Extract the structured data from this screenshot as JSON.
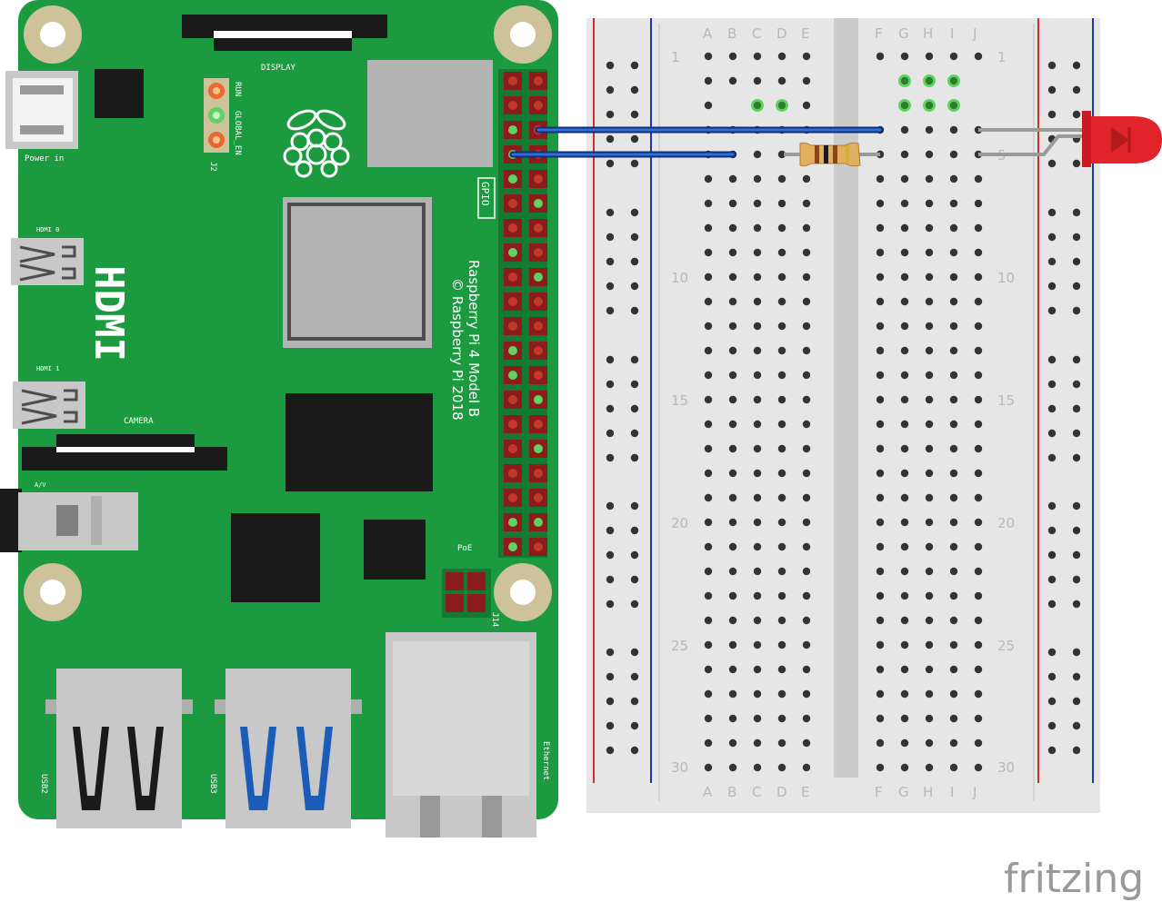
{
  "colors": {
    "pcb": "#1b9a3f",
    "pcb_dark": "#147a31",
    "chip": "#1a1a1a",
    "metal": "#c8c8c8",
    "breadboard": "#e6e6e6",
    "hole": "#333333",
    "hole_active": "#5fd35f",
    "wire": "#1f4fb0",
    "wire_gray": "#999999",
    "led": "#e0242a",
    "rail_red": "#d42a2a",
    "rail_blue": "#1a3aa8",
    "brand": "#999999"
  },
  "pi": {
    "labels": {
      "display": "DISPLAY",
      "power_in": "Power in",
      "hdmi0": "HDMI 0",
      "hdmi1": "HDMI 1",
      "hdmi_big": "HDMI",
      "camera": "CAMERA",
      "av": "A/V",
      "poe": "PoE",
      "j14": "J14",
      "gpio": "GPIO",
      "run": "RUN",
      "global_en": "GLOBAL_EN",
      "j2": "J2",
      "usb2": "USB2",
      "usb3": "USB3",
      "ethernet": "Ethernet",
      "model_line1": "Raspberry Pi 4 Model B",
      "model_line2": "© Raspberry Pi 2018"
    },
    "logo_icon": "raspberry-logo-icon"
  },
  "breadboard": {
    "columns_left": [
      "A",
      "B",
      "C",
      "D",
      "E"
    ],
    "columns_right": [
      "F",
      "G",
      "H",
      "I",
      "J"
    ],
    "row_numbers": [
      "1",
      "5",
      "10",
      "15",
      "20",
      "25",
      "30"
    ]
  },
  "brand": {
    "name": "fritzing"
  }
}
